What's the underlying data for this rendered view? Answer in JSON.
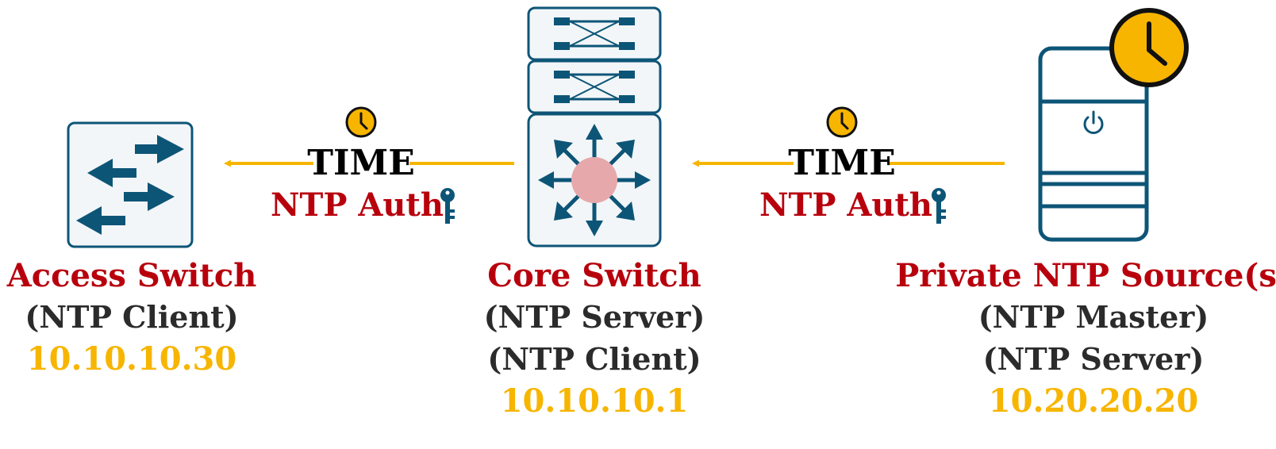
{
  "colors": {
    "accent_red": "#b8000d",
    "accent_yellow": "#f7b500",
    "icon_blue": "#0d5577",
    "icon_fill": "#f2f6f8",
    "text_dark": "#2b2b2b",
    "core_center": "#e6a8ab"
  },
  "access_switch": {
    "icon": "switch-arrows-icon",
    "name": "Access Switch",
    "role": "(NTP Client)",
    "ip": "10.10.10.30"
  },
  "core_switch": {
    "icon": "multilayer-switch-icon",
    "name": "Core Switch",
    "role_1": "(NTP Server)",
    "role_2": "(NTP Client)",
    "ip": "10.10.10.1"
  },
  "ntp_source": {
    "icon": "server-icon",
    "badge_icon": "clock-icon",
    "name": "Private NTP Source(s)",
    "role_1": "(NTP Master)",
    "role_2": "(NTP Server)",
    "ip": "10.20.20.20"
  },
  "link_left": {
    "time_label": "TIME",
    "auth_label": "NTP Auth",
    "icons": [
      "clock-icon",
      "key-icon"
    ]
  },
  "link_right": {
    "time_label": "TIME",
    "auth_label": "NTP Auth",
    "icons": [
      "clock-icon",
      "key-icon"
    ]
  }
}
